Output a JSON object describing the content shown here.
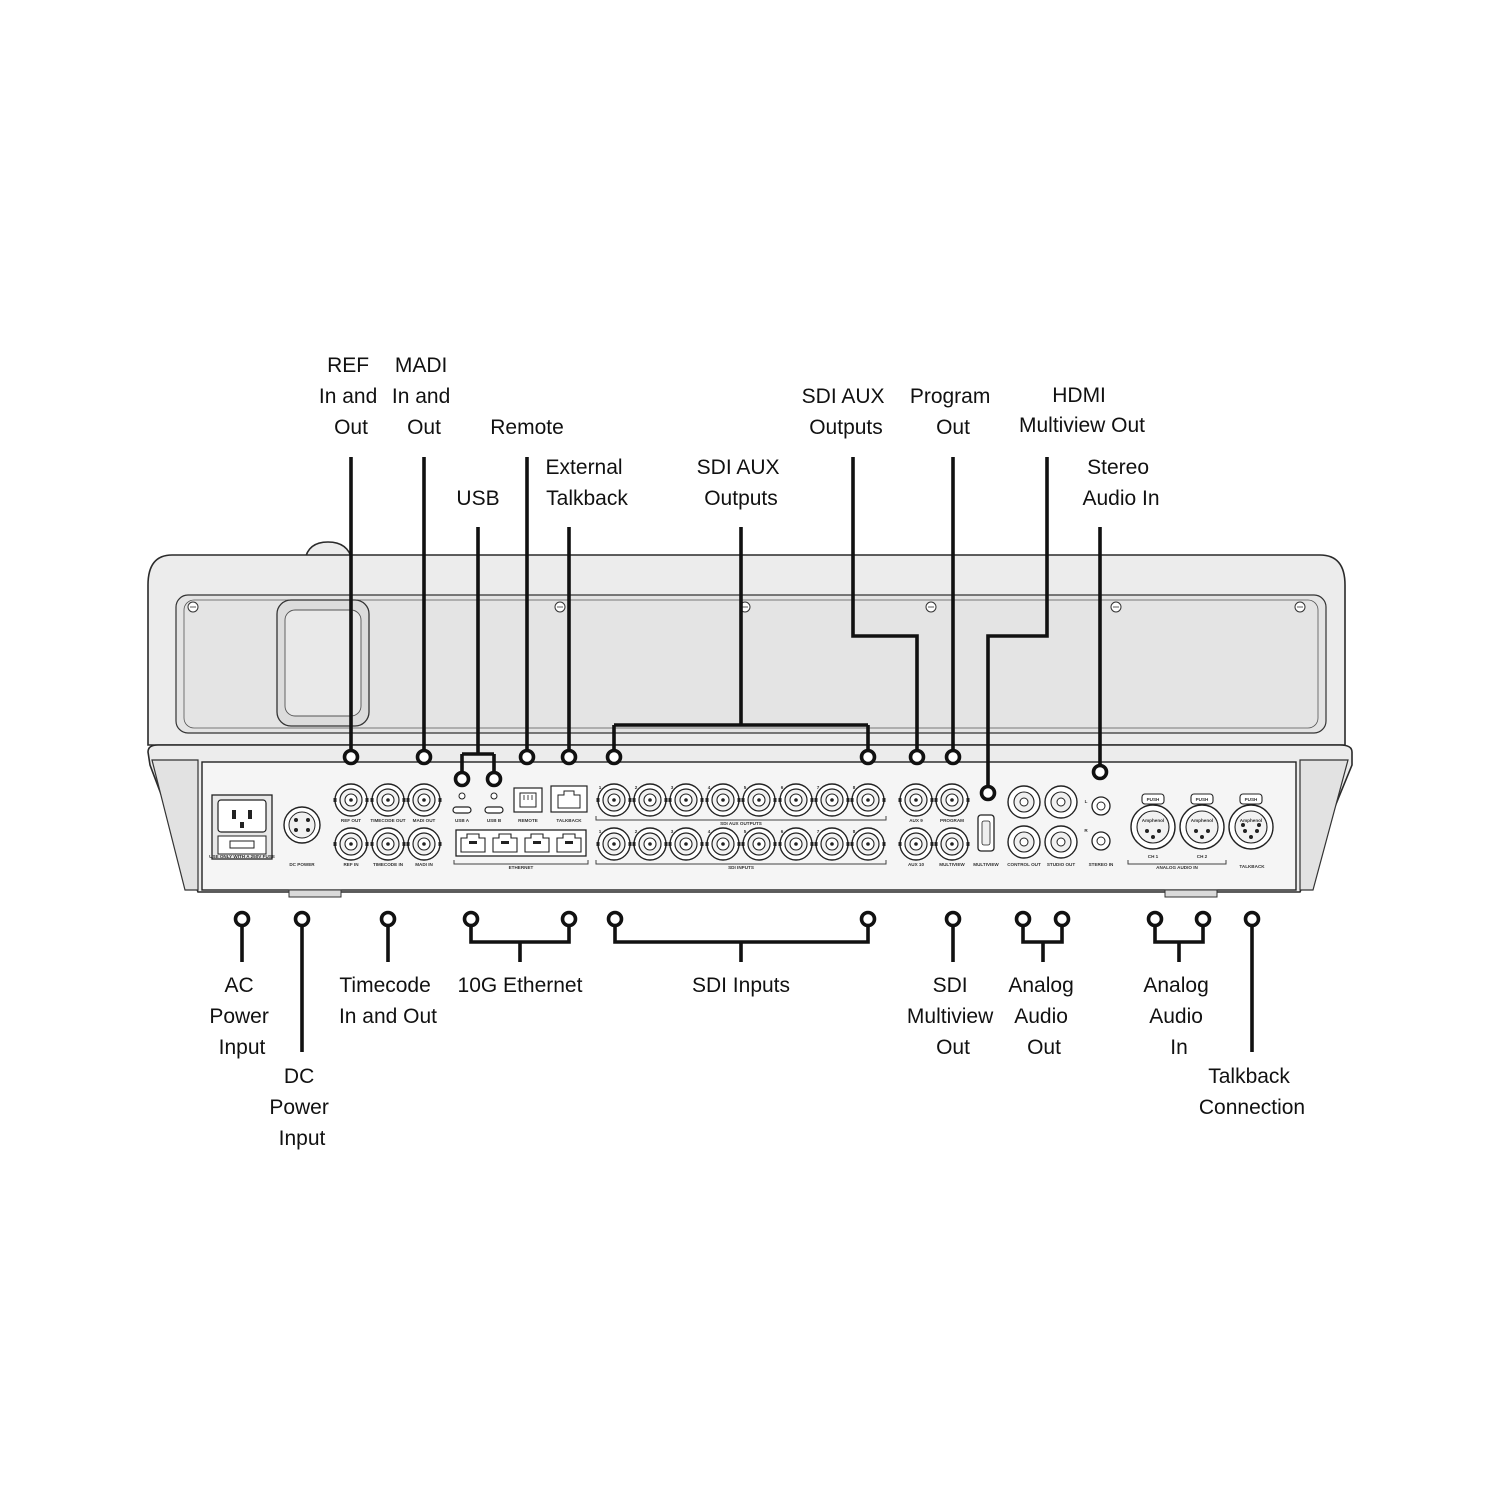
{
  "callouts_top": [
    {
      "id": "ref",
      "lines": [
        "REF",
        "In and",
        "Out"
      ]
    },
    {
      "id": "madi",
      "lines": [
        "MADI",
        "In and",
        "Out"
      ]
    },
    {
      "id": "remote",
      "lines": [
        "Remote"
      ]
    },
    {
      "id": "usb",
      "lines": [
        "USB"
      ]
    },
    {
      "id": "ext-talkback",
      "lines": [
        "External",
        "Talkback"
      ]
    },
    {
      "id": "sdi-aux-1-8",
      "lines": [
        "SDI AUX",
        "Outputs"
      ]
    },
    {
      "id": "sdi-aux-9-10",
      "lines": [
        "SDI AUX",
        "Outputs"
      ]
    },
    {
      "id": "program",
      "lines": [
        "Program",
        "Out"
      ]
    },
    {
      "id": "hdmi",
      "lines": [
        "HDMI",
        "Multiview Out"
      ]
    },
    {
      "id": "stereo",
      "lines": [
        "Stereo",
        "Audio In"
      ]
    }
  ],
  "callouts_bottom": [
    {
      "id": "ac",
      "lines": [
        "AC",
        "Power",
        "Input"
      ]
    },
    {
      "id": "dc",
      "lines": [
        "DC",
        "Power",
        "Input"
      ]
    },
    {
      "id": "timecode",
      "lines": [
        "Timecode",
        "In and Out"
      ]
    },
    {
      "id": "ethernet",
      "lines": [
        "10G Ethernet"
      ]
    },
    {
      "id": "sdi-in",
      "lines": [
        "SDI Inputs"
      ]
    },
    {
      "id": "sdi-mv",
      "lines": [
        "SDI",
        "Multiview",
        "Out"
      ]
    },
    {
      "id": "an-out",
      "lines": [
        "Analog",
        "Audio",
        "Out"
      ]
    },
    {
      "id": "an-in",
      "lines": [
        "Analog",
        "Audio",
        "In"
      ]
    },
    {
      "id": "talkback",
      "lines": [
        "Talkback",
        "Connection"
      ]
    }
  ],
  "panel_labels": {
    "ref_out": "REF OUT",
    "timecode_out": "TIMECODE OUT",
    "madi_out": "MADI OUT",
    "ref_in": "REF IN",
    "timecode_in": "TIMECODE IN",
    "madi_in": "MADI IN",
    "usb_a": "USB A",
    "usb_b": "USB B",
    "remote": "REMOTE",
    "talkback_top": "TALKBACK",
    "ethernet": "ETHERNET",
    "sdi_aux_outputs": "SDI AUX OUTPUTS",
    "sdi_inputs": "SDI INPUTS",
    "aux9": "AUX 9",
    "program": "PROGRAM",
    "aux10": "AUX 10",
    "multiview": "MULTIVIEW",
    "hdmi_multiview": "MULTIVIEW",
    "control_out": "CONTROL OUT",
    "studio_out": "STUDIO OUT",
    "stereo_in": "STEREO IN",
    "ch1": "CH 1",
    "ch2": "CH 2",
    "analog_audio_in": "ANALOG AUDIO IN",
    "talkback": "TALKBACK",
    "dc_power": "DC POWER",
    "push": "PUSH",
    "amphenol": "Amphenol",
    "fuse_note": "USE ONLY WITH A 250V FUSE",
    "left": "L",
    "right": "R",
    "port_numbers": [
      "1",
      "2",
      "3",
      "4",
      "5",
      "6",
      "7",
      "8"
    ]
  }
}
